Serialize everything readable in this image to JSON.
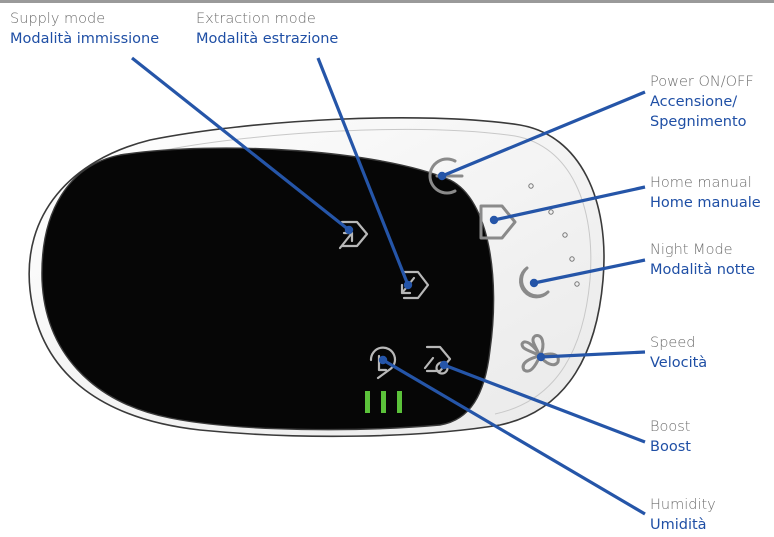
{
  "labels": {
    "supply": {
      "en": "Supply mode",
      "it": "Modalità immissione"
    },
    "extraction": {
      "en": "Extraction mode",
      "it": "Modalità estrazione"
    },
    "power": {
      "en": "Power ON/OFF",
      "it_line1": "Accensione/",
      "it_line2": "Spegnimento"
    },
    "home": {
      "en": "Home manual",
      "it": "Home manuale"
    },
    "night": {
      "en": "Night Mode",
      "it": "Modalità notte"
    },
    "speed": {
      "en": "Speed",
      "it": "Velocità"
    },
    "boost": {
      "en": "Boost",
      "it": "Boost"
    },
    "humidity": {
      "en": "Humidity",
      "it": "Umidità"
    }
  },
  "colors": {
    "leader": "#2555a8",
    "italian_text": "#1f4fa5",
    "english_text": "#6f6f6f",
    "speed_bars": "#5bc23a",
    "display": "#060606"
  },
  "icons": [
    "supply-mode-icon",
    "extraction-mode-icon",
    "power-icon",
    "home-manual-icon",
    "night-mode-icon",
    "speed-fan-icon",
    "boost-icon",
    "humidity-icon"
  ],
  "speed_level": 3
}
